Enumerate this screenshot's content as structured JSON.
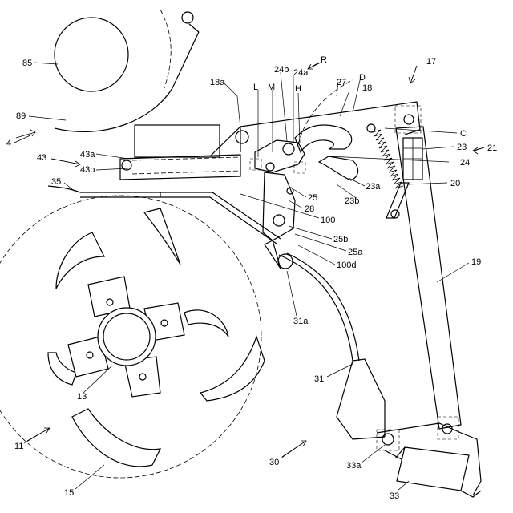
{
  "labels": {
    "l85": "85",
    "l89": "89",
    "l4": "4",
    "l43": "43",
    "l43a": "43a",
    "l43b": "43b",
    "l35": "35",
    "l18a": "18a",
    "lL": "L",
    "lM": "M",
    "l24b": "24b",
    "l24a": "24a",
    "lR": "R",
    "lH": "H",
    "l27": "27",
    "lD": "D",
    "l18": "18",
    "l17": "17",
    "lC": "C",
    "l23": "23",
    "l21": "21",
    "l24": "24",
    "l23a": "23a",
    "l23b": "23b",
    "l20": "20",
    "l25": "25",
    "l28": "28",
    "l100": "100",
    "l25b": "25b",
    "l25a": "25a",
    "l100d": "100d",
    "l19": "19",
    "l31a": "31a",
    "l31": "31",
    "l13": "13",
    "l11": "11",
    "l15": "15",
    "l30": "30",
    "l33a": "33a",
    "l33": "33"
  }
}
